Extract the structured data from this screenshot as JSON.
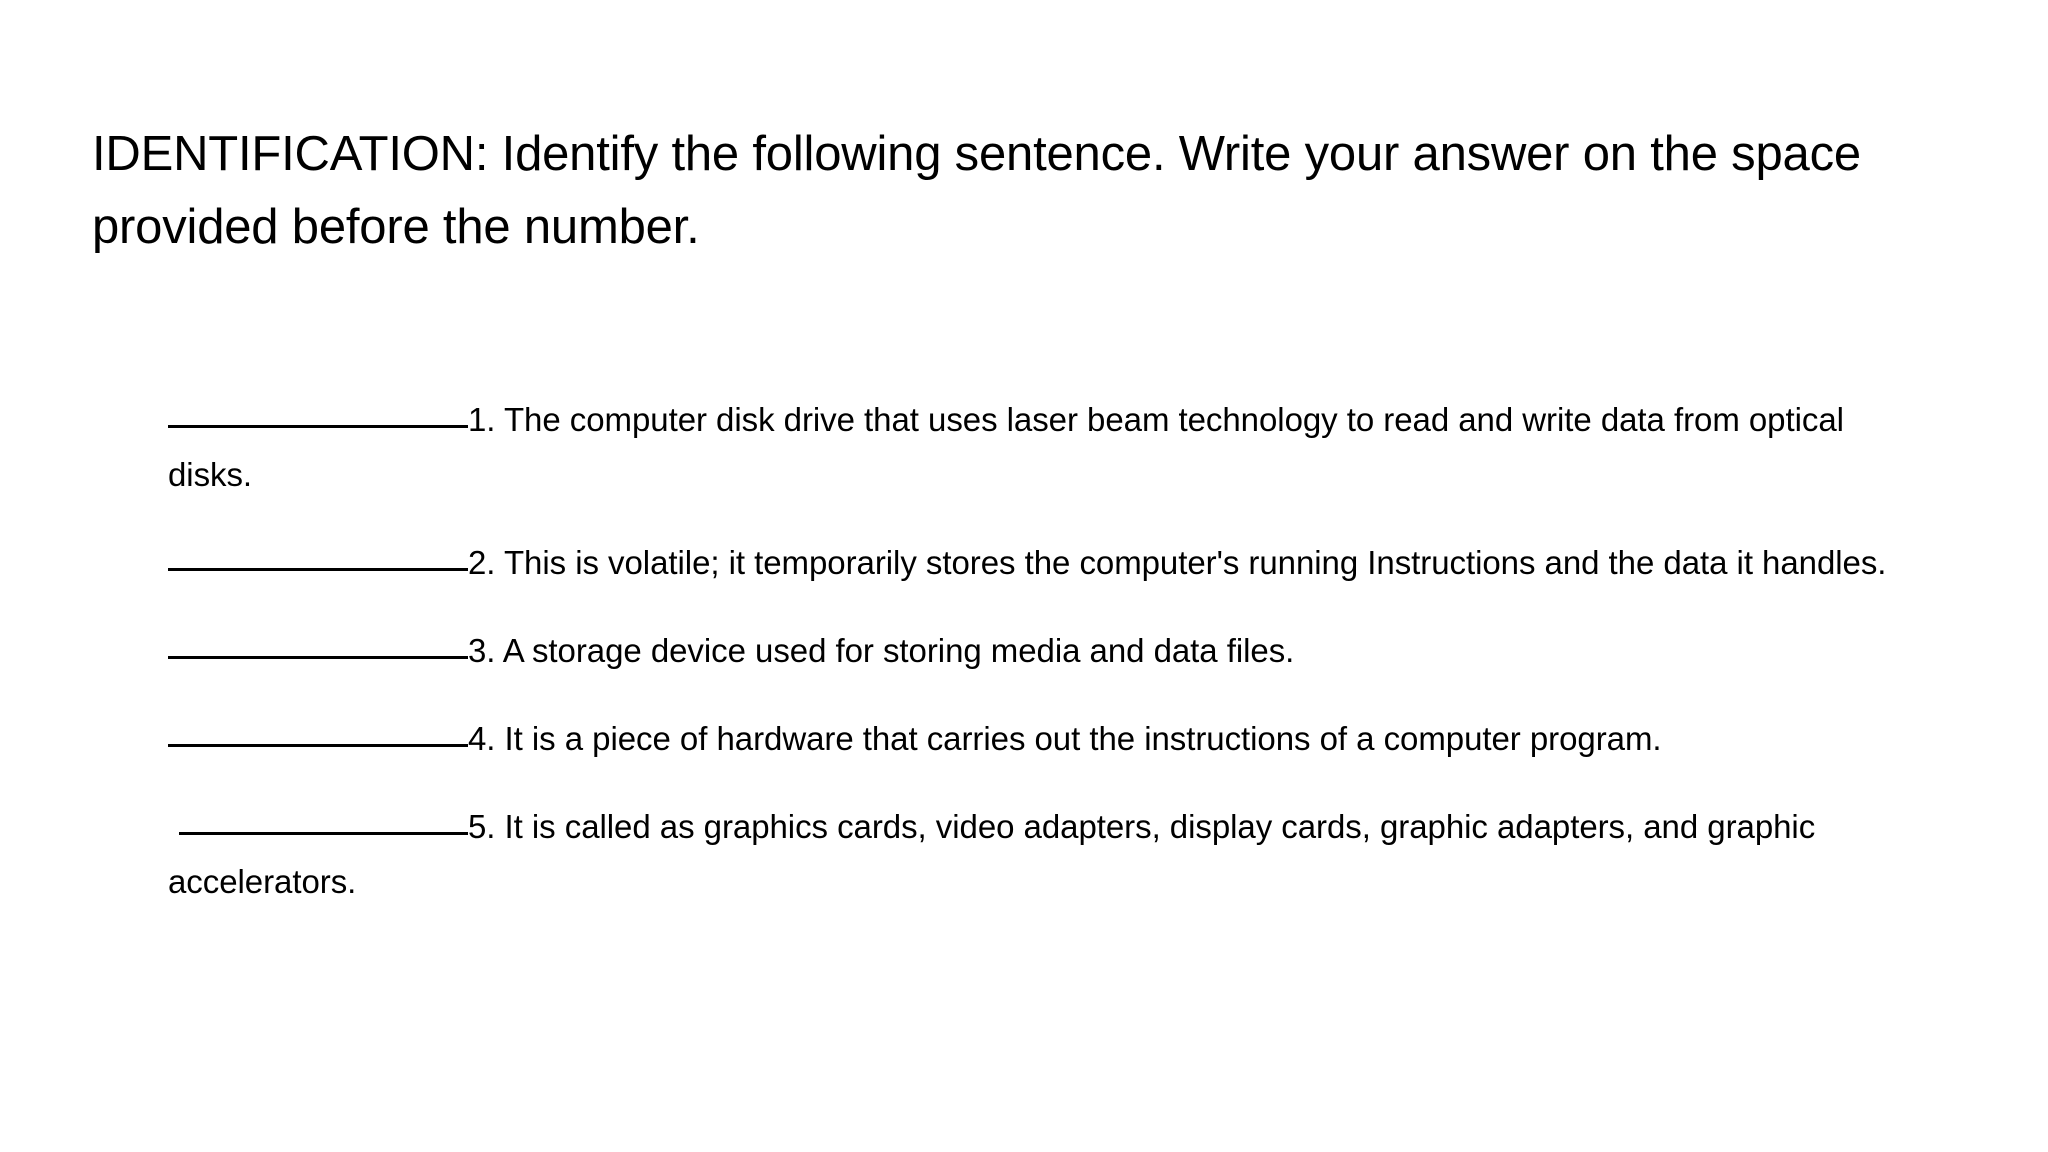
{
  "slide": {
    "background_color": "#ffffff",
    "text_color": "#000000",
    "heading": "IDENTIFICATION: Identify the following sentence. Write your answer on the space provided before the number.",
    "blank_label": "__________________",
    "questions": [
      {
        "number": "1.",
        "blank": "__________________",
        "leading_space": false,
        "text": "1. The computer disk drive that uses laser beam technology to read and write data from optical disks."
      },
      {
        "number": "2.",
        "blank": "__________________",
        "leading_space": false,
        "text": "2. This is volatile; it temporarily stores the computer's running Instructions and the data it handles."
      },
      {
        "number": "3.",
        "blank": "__________________",
        "leading_space": false,
        "text": "3. A storage device used for storing media and data files."
      },
      {
        "number": "4.",
        "blank": "__________________",
        "leading_space": false,
        "text": "4. It is a piece of hardware that carries out the instructions of a computer program."
      },
      {
        "number": "5.",
        "blank": "__________________",
        "leading_space": true,
        "text": "5. It is called as graphics cards, video adapters, display cards, graphic adapters, and graphic accelerators."
      }
    ]
  }
}
